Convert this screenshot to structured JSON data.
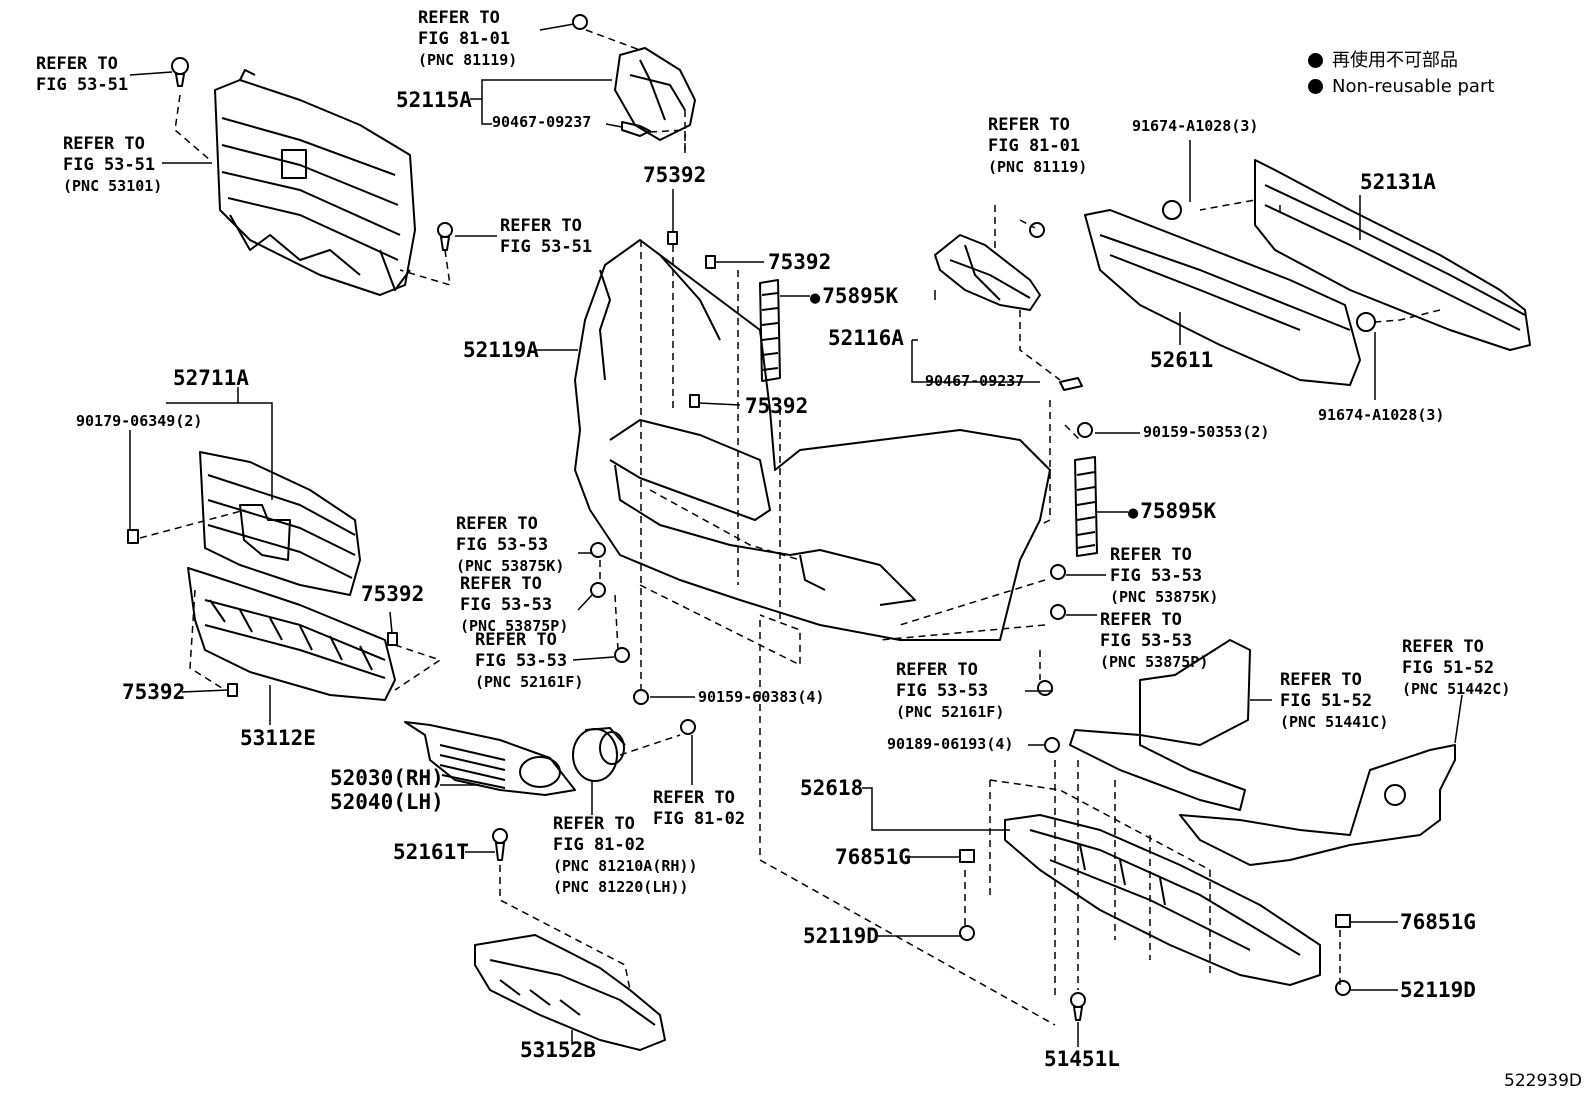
{
  "legend": {
    "non_reusable_jp": "再使用不可部品",
    "non_reusable_en": "Non-reusable part"
  },
  "figure_number": "522939D",
  "refs": {
    "fig5351_top": [
      "REFER TO",
      "FIG 53-51"
    ],
    "fig5351_grille": [
      "REFER TO",
      "FIG 53-51",
      "(PNC 53101)"
    ],
    "fig5351_clip": [
      "REFER TO",
      "FIG 53-51"
    ],
    "fig8101_left": [
      "REFER TO",
      "FIG 81-01",
      "(PNC 81119)"
    ],
    "fig8101_right": [
      "REFER TO",
      "FIG 81-01",
      "(PNC 81119)"
    ],
    "fig5353_k_left": [
      "REFER TO",
      "FIG 53-53",
      "(PNC 53875K)"
    ],
    "fig5353_p_left": [
      "REFER TO",
      "FIG 53-53",
      "(PNC 53875P)"
    ],
    "fig5353_f_left": [
      "REFER TO",
      "FIG 53-53",
      "(PNC 52161F)"
    ],
    "fig5353_k_right": [
      "REFER TO",
      "FIG 53-53",
      "(PNC 53875K)"
    ],
    "fig5353_p_right": [
      "REFER TO",
      "FIG 53-53",
      "(PNC 53875P)"
    ],
    "fig5353_f_right": [
      "REFER TO",
      "FIG 53-53",
      "(PNC 52161F)"
    ],
    "fig8102_fog": [
      "REFER TO",
      "FIG 81-02",
      "(PNC 81210A(RH))",
      "(PNC 81220(LH))"
    ],
    "fig8102_bulb": [
      "REFER TO",
      "FIG 81-02"
    ],
    "fig5152_c": [
      "REFER TO",
      "FIG 51-52",
      "(PNC 51441C)"
    ],
    "fig5152_cc": [
      "REFER TO",
      "FIG 51-52",
      "(PNC 51442C)"
    ]
  },
  "parts": {
    "p52115A": "52115A",
    "p90467_l": "90467-09237",
    "p75392_a": "75392",
    "p75392_b": "75392",
    "p75392_c": "75392",
    "p75392_d": "75392",
    "p75392_e": "75392",
    "p75895K_a": "75895K",
    "p75895K_b": "75895K",
    "p52119A": "52119A",
    "p52711A": "52711A",
    "p90179": "90179-06349(2)",
    "p53112E": "53112E",
    "p52030": "52030(RH)",
    "p52040": "52040(LH)",
    "p52161T": "52161T",
    "p53152B": "53152B",
    "p90159_60383": "90159-60383(4)",
    "p52116A": "52116A",
    "p90467_r": "90467-09237",
    "p90159_50353": "90159-50353(2)",
    "p91674_top": "91674-A1028(3)",
    "p91674_bot": "91674-A1028(3)",
    "p52131A": "52131A",
    "p52611": "52611",
    "p90189": "90189-06193(4)",
    "p52618": "52618",
    "p76851G_l": "76851G",
    "p76851G_r": "76851G",
    "p52119D_l": "52119D",
    "p52119D_r": "52119D",
    "p51451L": "51451L"
  }
}
